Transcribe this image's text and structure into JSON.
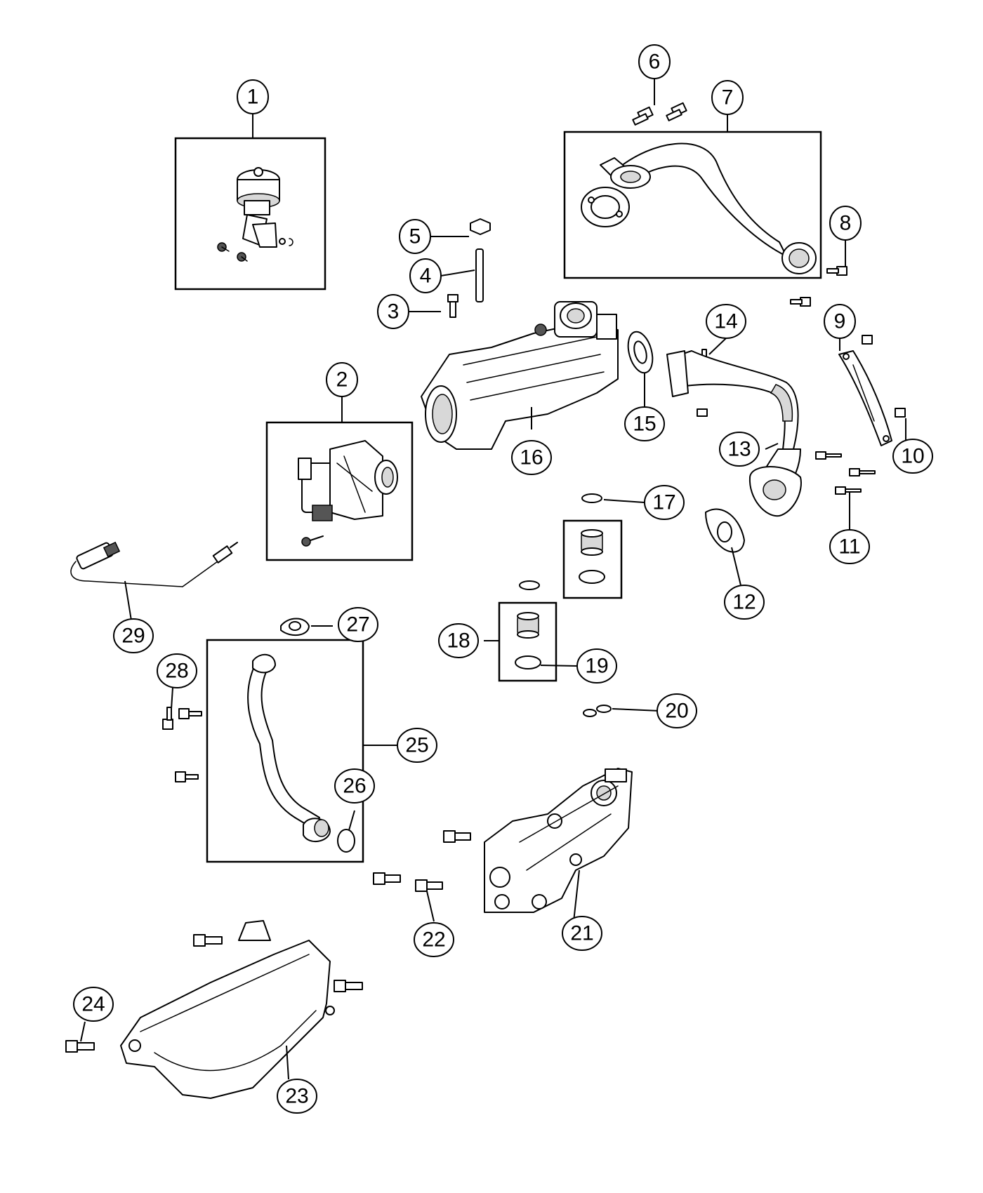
{
  "callouts": [
    {
      "id": "1"
    },
    {
      "id": "2"
    },
    {
      "id": "3"
    },
    {
      "id": "4"
    },
    {
      "id": "5"
    },
    {
      "id": "6"
    },
    {
      "id": "7"
    },
    {
      "id": "8"
    },
    {
      "id": "9"
    },
    {
      "id": "10"
    },
    {
      "id": "11"
    },
    {
      "id": "12"
    },
    {
      "id": "13"
    },
    {
      "id": "14"
    },
    {
      "id": "15"
    },
    {
      "id": "16"
    },
    {
      "id": "17"
    },
    {
      "id": "18"
    },
    {
      "id": "19"
    },
    {
      "id": "20"
    },
    {
      "id": "21"
    },
    {
      "id": "22"
    },
    {
      "id": "23"
    },
    {
      "id": "24"
    },
    {
      "id": "25"
    },
    {
      "id": "26"
    },
    {
      "id": "27"
    },
    {
      "id": "28"
    },
    {
      "id": "29"
    }
  ]
}
